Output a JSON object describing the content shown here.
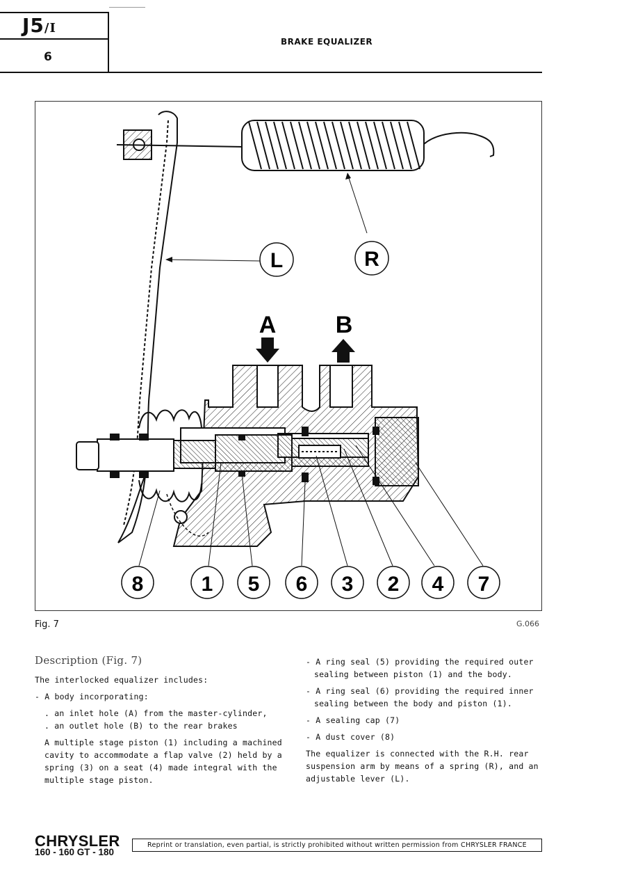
{
  "header": {
    "section": "J5",
    "section_suffix": "/I",
    "page": "6",
    "title": "BRAKE EQUALIZER"
  },
  "figure": {
    "caption": "Fig. 7",
    "code": "G.066",
    "flow_labels": [
      "A",
      "B"
    ],
    "part_labels": [
      "L",
      "R"
    ],
    "callouts": [
      "8",
      "1",
      "5",
      "6",
      "3",
      "2",
      "4",
      "7"
    ]
  },
  "description": {
    "heading": "Description (Fig. 7)",
    "intro": "The interlocked equalizer includes:",
    "body_item": "- A body incorporating:",
    "sub_items": [
      ". an inlet hole (A) from the master-cylinder,",
      ". an outlet hole (B) to the rear brakes"
    ],
    "piston_text": [
      "A multiple stage piston (1) including a machined",
      "cavity to accommodate a flap valve (2) held by a",
      "spring (3) on a seat (4) made integral with the",
      "multiple stage piston."
    ],
    "right_items": [
      [
        "- A ring seal (5) providing the required outer",
        "sealing between piston (1) and the body."
      ],
      [
        "- A ring seal (6) providing the required inner",
        "sealing between the body and piston (1)."
      ],
      [
        "- A sealing cap (7)"
      ],
      [
        "- A dust cover (8)"
      ]
    ],
    "closing": [
      "The equalizer is connected with the R.H. rear",
      "suspension arm by means of a spring (R), and an",
      "adjustable lever (L)."
    ]
  },
  "footer": {
    "brand": "CHRYSLER",
    "models": "160 - 160 GT - 180",
    "notice": "Reprint or translation, even partial, is strictly prohibited without written permission from CHRYSLER FRANCE"
  }
}
